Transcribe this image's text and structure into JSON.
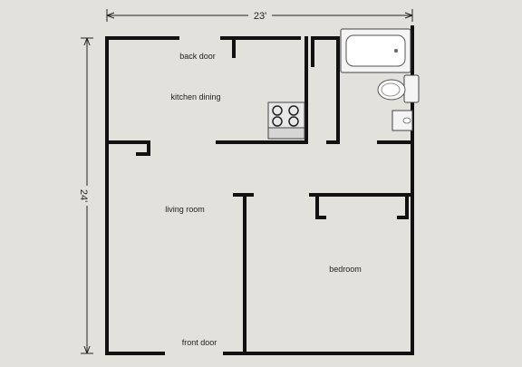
{
  "dimensions": {
    "width_label": "23'",
    "height_label": "24'"
  },
  "rooms": {
    "back_door": "back door",
    "kitchen_dining": "kitchen dining",
    "living_room": "living room",
    "bedroom": "bedroom",
    "front_door": "front door"
  },
  "icons": [
    "bathtub-icon",
    "toilet-icon",
    "sink-icon",
    "stove-icon"
  ],
  "colors": {
    "background": "#e2e1dc",
    "wall": "#111111"
  }
}
